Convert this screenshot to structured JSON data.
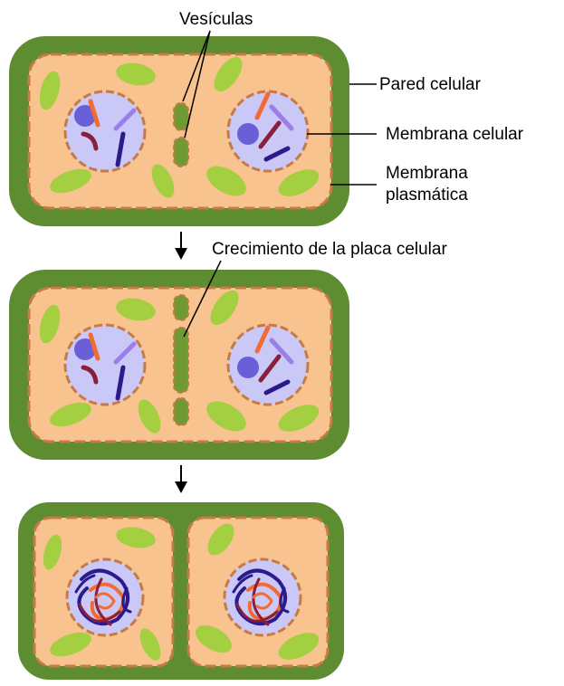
{
  "labels": {
    "vesiculas": "Vesículas",
    "pared_celular": "Pared celular",
    "membrana_celular": "Membrana celular",
    "membrana_plasmatica_line1": "Membrana",
    "membrana_plasmatica_line2": "plasmática",
    "crecimiento": "Crecimiento de la placa celular"
  },
  "colors": {
    "cell_wall": "#5e8c31",
    "cytoplasm": "#f8c38f",
    "membrane": "#c67a45",
    "nucleus": "#c9c8f6",
    "chloroplast": "#a3cf40",
    "vesicle": "#6f9a33",
    "chromosome_orange": "#f26b35",
    "chromosome_purple": "#9b7ee6",
    "chromosome_darkred": "#8a1f3c",
    "chromosome_navy": "#2c1a8c",
    "nucleolus": "#6a5fd6"
  },
  "stages": [
    {
      "name": "vesicles-forming"
    },
    {
      "name": "cell-plate-growing"
    },
    {
      "name": "daughter-cells-separated"
    }
  ]
}
